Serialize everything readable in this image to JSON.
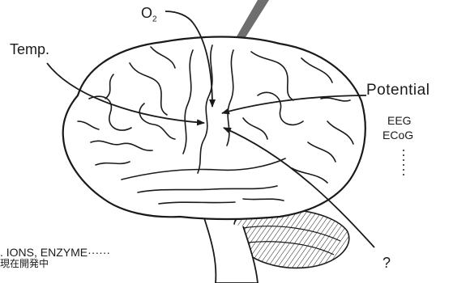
{
  "labels": {
    "o2_main": "O",
    "o2_sub": "2",
    "temp": "Temp.",
    "potential": "Potential",
    "eeg": "EEG",
    "ecog": "ECoG",
    "question": "?",
    "ions": ". IONS, ENZYME······",
    "jp_note": "現在開発中"
  },
  "colors": {
    "ink": "#1a1a1a",
    "probe": "#6e6e6e",
    "background": "#ffffff"
  }
}
